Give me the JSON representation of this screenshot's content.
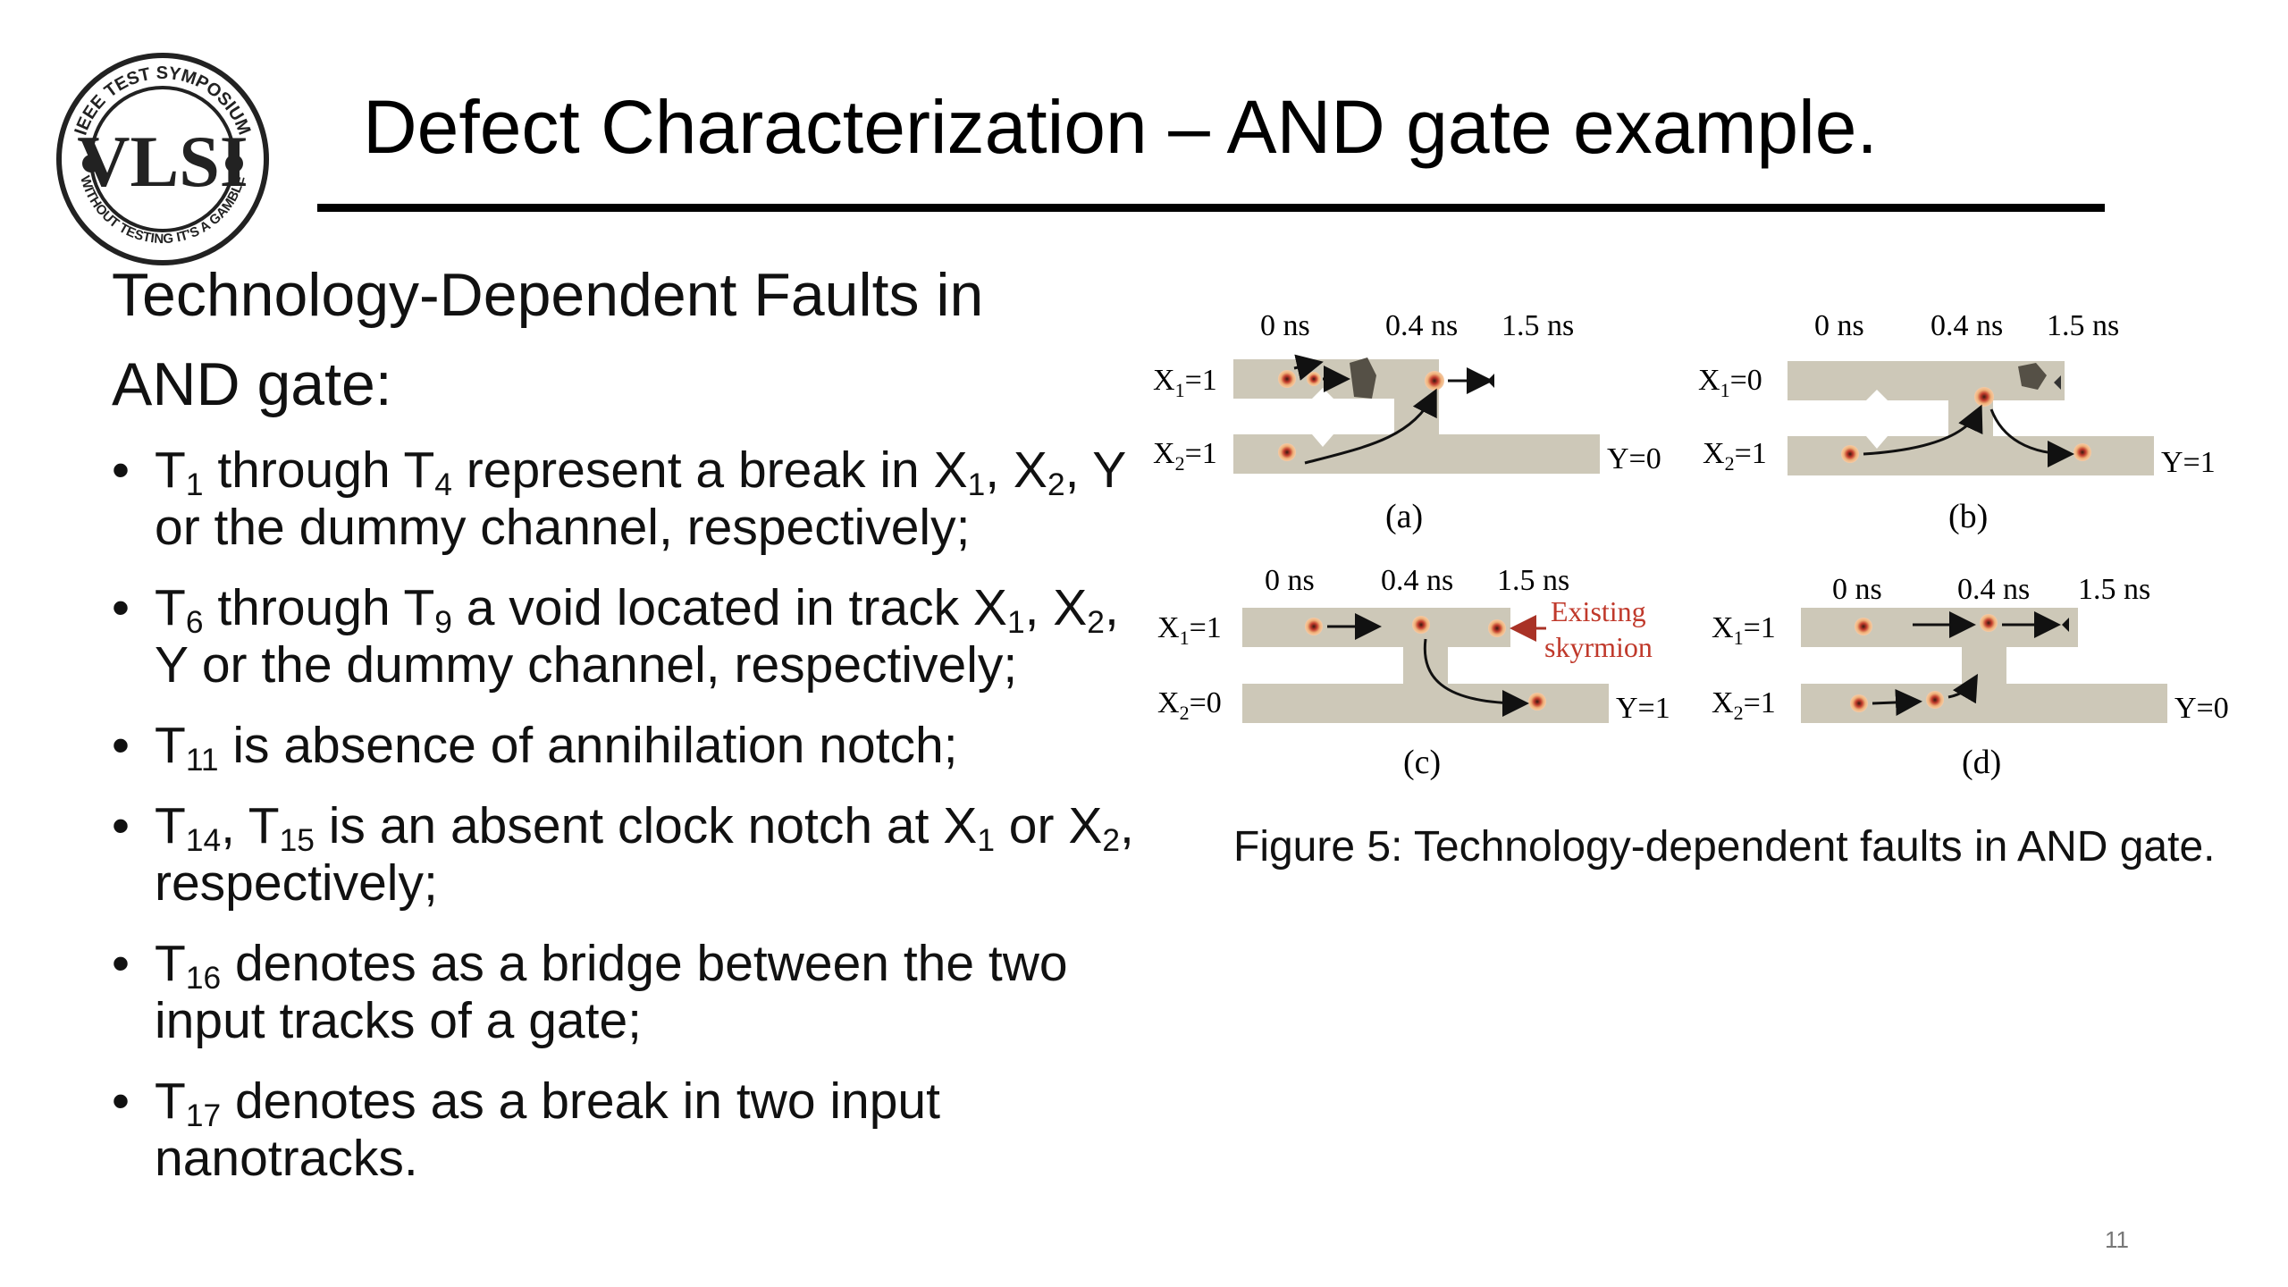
{
  "slide": {
    "title": "Defect Characterization – AND gate example.",
    "page_number": "11"
  },
  "logo": {
    "text_top": "IEEE TEST SYMPOSIUM",
    "text_bottom": "WITHOUT TESTING IT'S A GAMBLE",
    "text_center": "VLSI"
  },
  "left": {
    "heading_line1": "Technology-Dependent Faults in",
    "heading_line2": "AND gate:",
    "b1": {
      "t1": "T",
      "s1": "1",
      "t2": " through T",
      "s2": "4",
      "t3": " represent a break in X",
      "s3": "1",
      "t4": ", X",
      "s4": "2",
      "t5": ", Y or the dummy channel, respectively;"
    },
    "b2": {
      "t1": "T",
      "s1": "6",
      "t2": " through T",
      "s2": "9",
      "t3": " a void located in track X",
      "s3": "1",
      "t4": ", X",
      "s4": "2",
      "t5": ", Y or the dummy channel, respectively;"
    },
    "b3": {
      "t1": "T",
      "s1": "11",
      "t2": " is absence of annihilation notch;"
    },
    "b4": {
      "t1": "T",
      "s1": "14",
      "t2": ", T",
      "s2": "15",
      "t3": " is an absent clock notch at X",
      "s3": "1",
      "t4": " or X",
      "s4": "2",
      "t5": ", respectively;"
    },
    "b5": {
      "t1": "T",
      "s1": "16",
      "t2": " denotes as a bridge between the two input tracks of a gate;"
    },
    "b6": {
      "t1": "T",
      "s1": "17",
      "t2": " denotes as a break in two input nanotracks."
    }
  },
  "figure": {
    "caption": "Figure 5: Technology-dependent faults in AND gate.",
    "time_labels": [
      "0 ns",
      "0.4 ns",
      "1.5 ns"
    ],
    "annotation_line1": "Existing",
    "annotation_line2": "skyrmion",
    "colors": {
      "track": "#cdc8b8",
      "skyrmion": "#c0392b",
      "annotation": "#c0392b",
      "defect": "#555046"
    },
    "panels": [
      {
        "label": "(a)",
        "x1": "X",
        "x1_sub": "1",
        "x1_val": "=1",
        "x2": "X",
        "x2_sub": "2",
        "x2_val": "=1",
        "y": "Y=0"
      },
      {
        "label": "(b)",
        "x1": "X",
        "x1_sub": "1",
        "x1_val": "=0",
        "x2": "X",
        "x2_sub": "2",
        "x2_val": "=1",
        "y": "Y=1"
      },
      {
        "label": "(c)",
        "x1": "X",
        "x1_sub": "1",
        "x1_val": "=1",
        "x2": "X",
        "x2_sub": "2",
        "x2_val": "=0",
        "y": "Y=1"
      },
      {
        "label": "(d)",
        "x1": "X",
        "x1_sub": "1",
        "x1_val": "=1",
        "x2": "X",
        "x2_sub": "2",
        "x2_val": "=1",
        "y": "Y=0"
      }
    ]
  }
}
